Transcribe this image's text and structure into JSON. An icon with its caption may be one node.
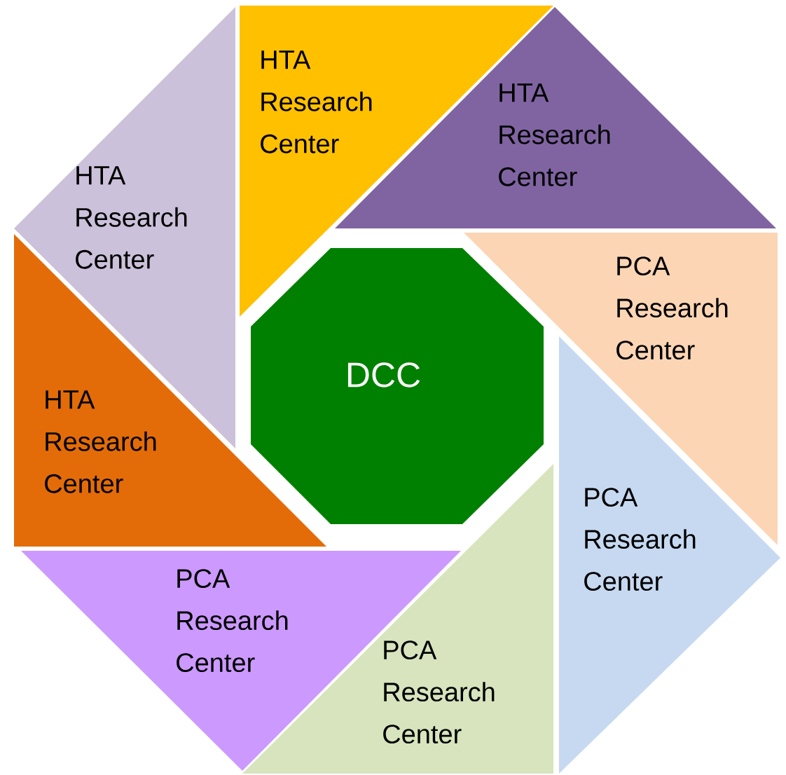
{
  "diagram": {
    "nodes": [
      {
        "text": [
          "HTA Research Center"
        ]
      },
      {
        "text": [
          "HTA Research Center"
        ]
      },
      {
        "text": [
          "HTA Research Center"
        ]
      },
      {
        "text": [
          "PCA Research Center"
        ]
      },
      {
        "text": [
          "DCC"
        ]
      },
      {
        "text": [
          "HTA Research Center"
        ]
      },
      {
        "text": [
          "PCA Research Center"
        ]
      },
      {
        "text": [
          "PCA Research Center"
        ]
      },
      {
        "text": [
          "PCA Research Center"
        ]
      }
    ]
  }
}
